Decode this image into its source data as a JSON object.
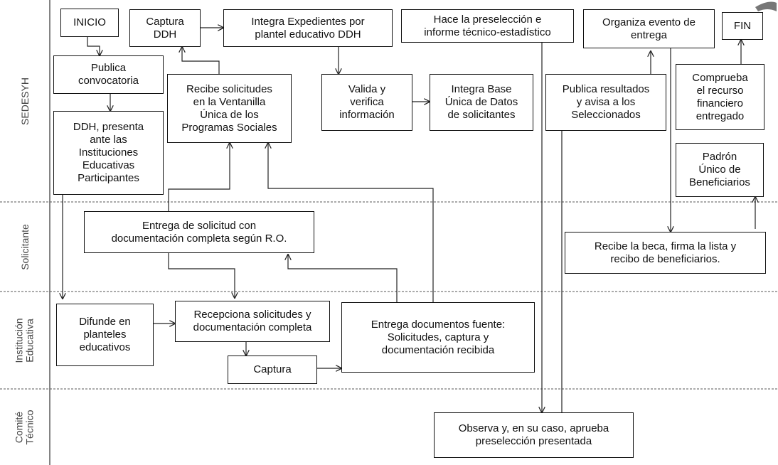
{
  "lanes": {
    "sedesyh": "SEDESYH",
    "solicitante": "Solicitante",
    "institucion": "Institución\nEducativa",
    "comite": "Comité\nTécnico"
  },
  "nodes": {
    "inicio": "INICIO",
    "publica_convocatoria": "Publica\nconvocatoria",
    "ddh_presenta": "DDH, presenta\nante las\nInstituciones\nEducativas\nParticipantes",
    "captura_ddh": "Captura\nDDH",
    "recibe_solicitudes": "Recibe solicitudes\nen la Ventanilla\nÚnica de los\nProgramas Sociales",
    "integra_expedientes": "Integra Expedientes por\nplantel educativo DDH",
    "valida_verifica": "Valida y\nverifica\ninformación",
    "integra_base": "Integra Base\nÚnica de Datos\nde solicitantes",
    "preseleccion": "Hace la preselección  e\ninforme técnico-estadístico",
    "publica_resultados": "Publica resultados\ny avisa a los\nSeleccionados",
    "organiza_evento": "Organiza evento de\nentrega",
    "fin": "FIN",
    "comprueba": "Comprueba\nel recurso\nfinanciero\nentregado",
    "padron": "Padrón\nÚnico de\nBeneficiarios",
    "entrega_solicitud": "Entrega de solicitud con\ndocumentación completa según R.O.",
    "recibe_beca": "Recibe  la beca, firma la  lista y\nrecibo de beneficiarios.",
    "difunde": "Difunde en\nplanteles\neducativos",
    "recepciona": "Recepciona  solicitudes y\ndocumentación completa",
    "captura": "Captura",
    "entrega_documentos": "Entrega documentos fuente:\nSolicitudes, captura  y\ndocumentación recibida",
    "observa": "Observa y, en su caso, aprueba\npreselección presentada"
  }
}
